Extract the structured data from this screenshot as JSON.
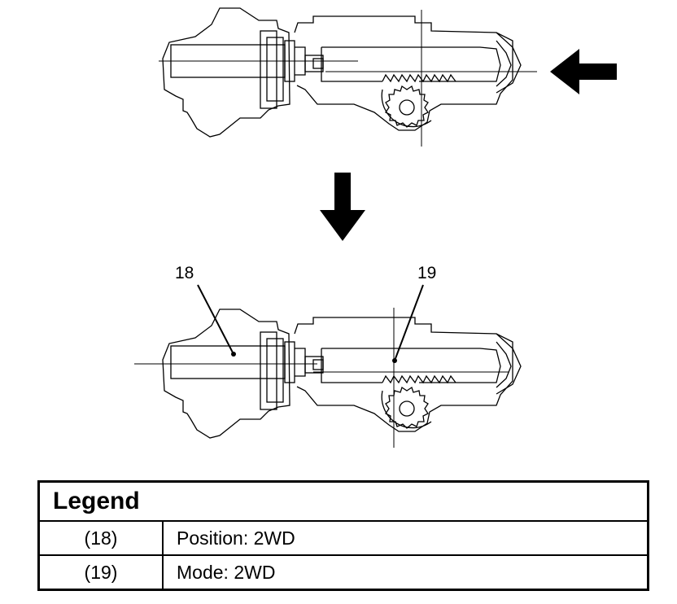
{
  "callouts": {
    "a": "18",
    "b": "19"
  },
  "legend": {
    "title": "Legend",
    "rows": [
      {
        "num": "(18)",
        "desc": "Position: 2WD"
      },
      {
        "num": "(19)",
        "desc": "Mode: 2WD"
      }
    ]
  }
}
